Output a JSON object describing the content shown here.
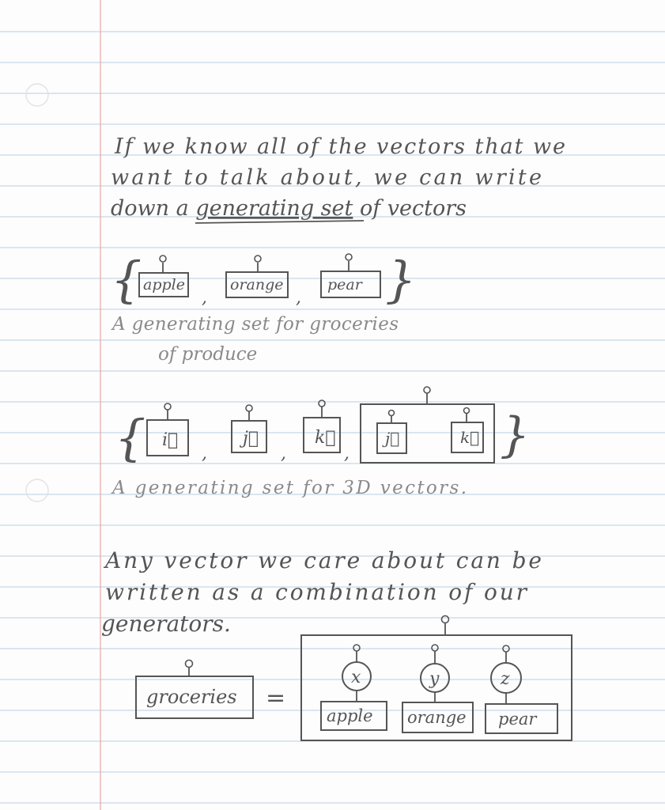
{
  "note": {
    "paragraph1": {
      "line1": "If we know all of the vectors that we",
      "line2": "want to talk about, we can write",
      "line3_before": "down a ",
      "line3_emphasis": "generating set",
      "line3_after": " of vectors"
    },
    "produce_set": {
      "items": [
        "apple",
        "orange",
        "pear"
      ],
      "caption_line1": "A generating set for groceries",
      "caption_line2": "of produce"
    },
    "vector_set": {
      "items": [
        "i⃗",
        "j⃗",
        "k⃗"
      ],
      "combo_items": [
        "j⃗",
        "k⃗"
      ],
      "caption": "A generating set for 3D vectors."
    },
    "paragraph2": {
      "line1": "Any vector we care about can be",
      "line2": "written as a combination of our",
      "line3": "generators."
    },
    "equation": {
      "lhs": "groceries",
      "equals": "=",
      "coefficients": [
        "x",
        "y",
        "z"
      ],
      "terms": [
        "apple",
        "orange",
        "pear"
      ]
    }
  }
}
